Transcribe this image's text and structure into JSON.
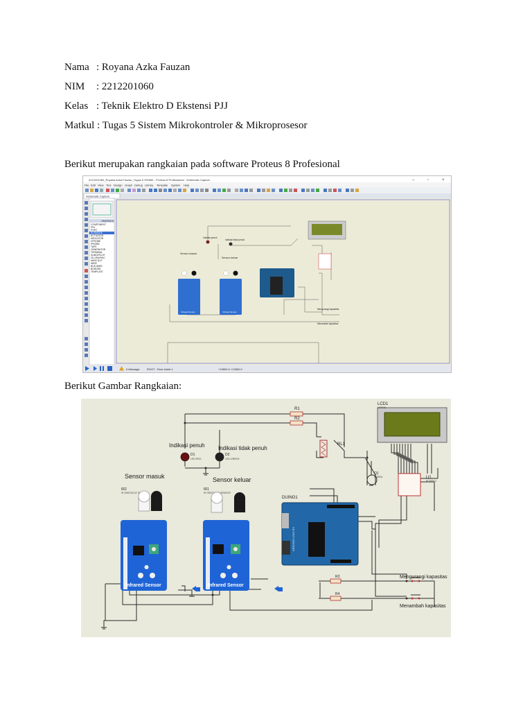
{
  "header": {
    "nama": {
      "label": "Nama",
      "value": ": Royana Azka Fauzan"
    },
    "nim": {
      "label": "NIM",
      "value": ": 2212201060"
    },
    "kelas": {
      "label": "Kelas",
      "value": ": Teknik Elektro D Ekstensi PJJ"
    },
    "matkul": {
      "label": "Matkul",
      "value": ": Tugas 5 Sistem Mikrokontroler & Mikroprosesor"
    }
  },
  "section1": {
    "caption": "Berikut merupakan rangkaian pada software Proteus 8 Profesional"
  },
  "section2": {
    "caption": "Berikut Gambar Rangkaian:"
  },
  "proteus": {
    "title": "2212201060_Royana Azka Fauzan_Tugas 5 SISMIK - Proteus 8 Professional - Schematic Capture",
    "menu": [
      "File",
      "Edit",
      "View",
      "Tool",
      "Design",
      "Graph",
      "Debug",
      "Library",
      "Template",
      "System",
      "Help"
    ],
    "tab": "Schematic Capture",
    "panel_tab": "GRAPHICS",
    "panel_items": [
      "COMPONENT",
      "PIN",
      "PORT",
      "BUSMODE",
      "ACTUATOR",
      "INDICATOR",
      "VPROBE",
      "IPROBE",
      "TAPE",
      "GENERATOR",
      "TERMINAL",
      "SUBCIRCUIT",
      "2D GRAPHIC",
      "WIRE DOT",
      "WIRE",
      "BUS WIRE",
      "BORDER",
      "TEMPLATE"
    ],
    "labels": {
      "sensor_masuk": "Sensor masuk",
      "sensor_keluar": "Sensor keluar",
      "indikasi_penuh": "Indikasi penuh",
      "indikasi_tidak_penuh": "Indikasi tidak penuh",
      "mengurangi": "Mengurangi kapasitas",
      "menambah": "Menambah kapasitas",
      "board": "Infrared Sensor"
    },
    "status": {
      "messages": "0 Message",
      "sheet": "ROOT - Root sheet 1",
      "coords": "+13600.0   +13500.0"
    }
  },
  "schematic": {
    "indikasi_penuh": "Indikasi penuh",
    "indikasi_tidak_penuh": "Indikasi tidak penuh",
    "sensor_masuk": "Sensor masuk",
    "sensor_keluar": "Sensor keluar",
    "d1": "D1",
    "d1_part": "LED-RED",
    "d2": "D2",
    "d2_part": "LED-GREEN",
    "ir2": "IR2",
    "ir2_part": "IR OBSTACLE SENSOR",
    "ir1": "IR1",
    "ir1_part": "IR OBSTACLE SENSOR",
    "board_text": "Infrared Sensor",
    "board_url": "www.TheEngineeringProjects.com",
    "duino": "DUINO1",
    "arduino_label": "ARDUINO UNO R3",
    "lcd": "LCD1",
    "lcd_part": "LM016L",
    "u1": "U1",
    "u1_part": "PCF8574",
    "r1": "R1",
    "r2": "R2",
    "r3": "R3",
    "r4": "R4",
    "rl1": "RL1",
    "q1": "Q1",
    "q1_part": "2N3904",
    "mengurangi": "Mengurangi kapasitas",
    "menambah": "Menambah kapasitas"
  }
}
